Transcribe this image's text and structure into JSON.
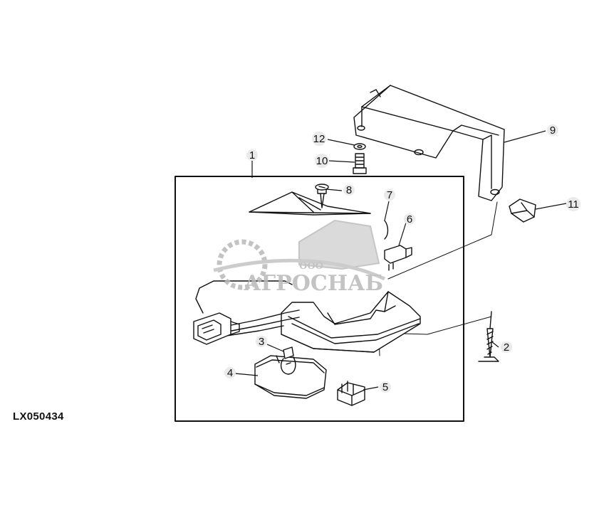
{
  "figure": {
    "reference_code": "LX050434"
  },
  "callouts": [
    {
      "label": "1"
    },
    {
      "label": "2"
    },
    {
      "label": "3"
    },
    {
      "label": "4"
    },
    {
      "label": "5"
    },
    {
      "label": "6"
    },
    {
      "label": "7"
    },
    {
      "label": "8"
    },
    {
      "label": "9"
    },
    {
      "label": "10"
    },
    {
      "label": "11"
    },
    {
      "label": "12"
    }
  ],
  "watermark": {
    "small_text": "ООО",
    "brand_text": "АГРОСНАБ",
    "color": "#b9b9b9"
  },
  "colors": {
    "line": "#111111",
    "background": "#ffffff"
  }
}
